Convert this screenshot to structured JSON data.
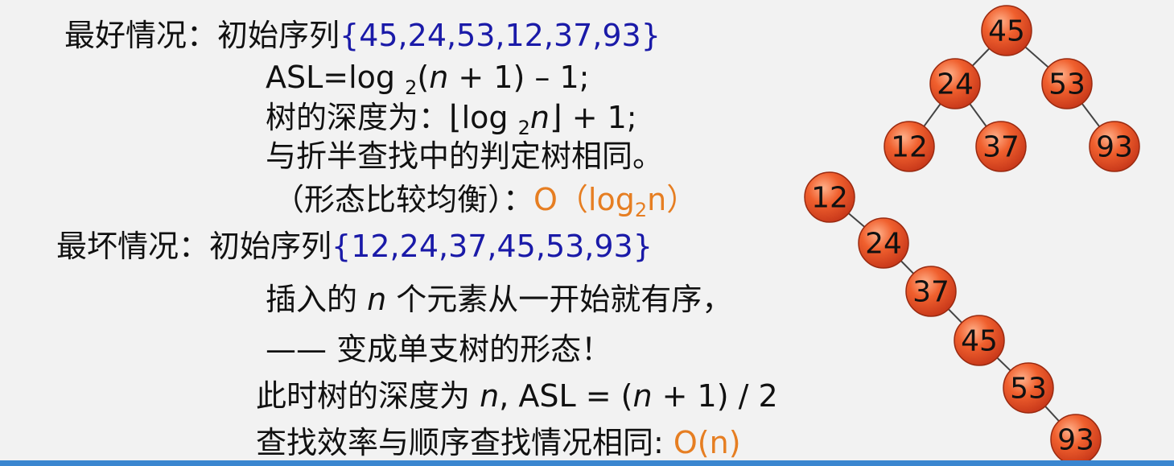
{
  "best_case": {
    "label": "最好情况：",
    "seq_prefix": "初始序列",
    "sequence": "{45,24,53,12,37,93}",
    "asl_pre": "ASL=log ",
    "asl_sub": "2",
    "asl_paren": "(",
    "asl_n": "n",
    "asl_post": " + 1) – 1;",
    "depth_pre": "树的深度为：",
    "depth_floor_left": "⌊",
    "depth_log": "log ",
    "depth_sub": "2",
    "depth_n": "n",
    "depth_floor_right": "⌋",
    "depth_post": " + 1;",
    "same_text": "与折半查找中的判定树相同。",
    "balance_text": "（形态比较均衡）：",
    "complexity_pre": "O（log",
    "complexity_sub": "2",
    "complexity_post": "n）"
  },
  "worst_case": {
    "label": "最坏情况：",
    "seq_prefix": "初始序列",
    "sequence": "{12,24,37,45,53,93}",
    "insert_pre": "插入的 ",
    "insert_n": "n",
    "insert_post": " 个元素从一开始就有序，",
    "single_branch": "—— 变成单支树的形态！",
    "depth_pre": "此时树的深度为 ",
    "depth_n": "n",
    "depth_mid": ",   ASL = (",
    "depth_n2": "n",
    "depth_post": " + 1) / 2",
    "efficiency_text": "查找效率与顺序查找情况相同: ",
    "efficiency_value": "O(n)"
  },
  "colors": {
    "sequence": "#1a1aa8",
    "complexity": "#e67e22",
    "node_fill": "#e8542a",
    "bottom_bar": "#3a86d0"
  },
  "balanced_tree": {
    "nodes": [
      {
        "id": "45",
        "label": "45"
      },
      {
        "id": "24",
        "label": "24"
      },
      {
        "id": "53",
        "label": "53"
      },
      {
        "id": "12",
        "label": "12"
      },
      {
        "id": "37",
        "label": "37"
      },
      {
        "id": "93",
        "label": "93"
      }
    ],
    "edges": [
      [
        "45",
        "24"
      ],
      [
        "45",
        "53"
      ],
      [
        "24",
        "12"
      ],
      [
        "24",
        "37"
      ],
      [
        "53",
        "93"
      ]
    ]
  },
  "skewed_tree": {
    "nodes": [
      {
        "id": "12",
        "label": "12"
      },
      {
        "id": "24",
        "label": "24"
      },
      {
        "id": "37",
        "label": "37"
      },
      {
        "id": "45",
        "label": "45"
      },
      {
        "id": "53",
        "label": "53"
      },
      {
        "id": "93",
        "label": "93"
      }
    ],
    "edges": [
      [
        "12",
        "24"
      ],
      [
        "24",
        "37"
      ],
      [
        "37",
        "45"
      ],
      [
        "45",
        "53"
      ],
      [
        "53",
        "93"
      ]
    ]
  }
}
